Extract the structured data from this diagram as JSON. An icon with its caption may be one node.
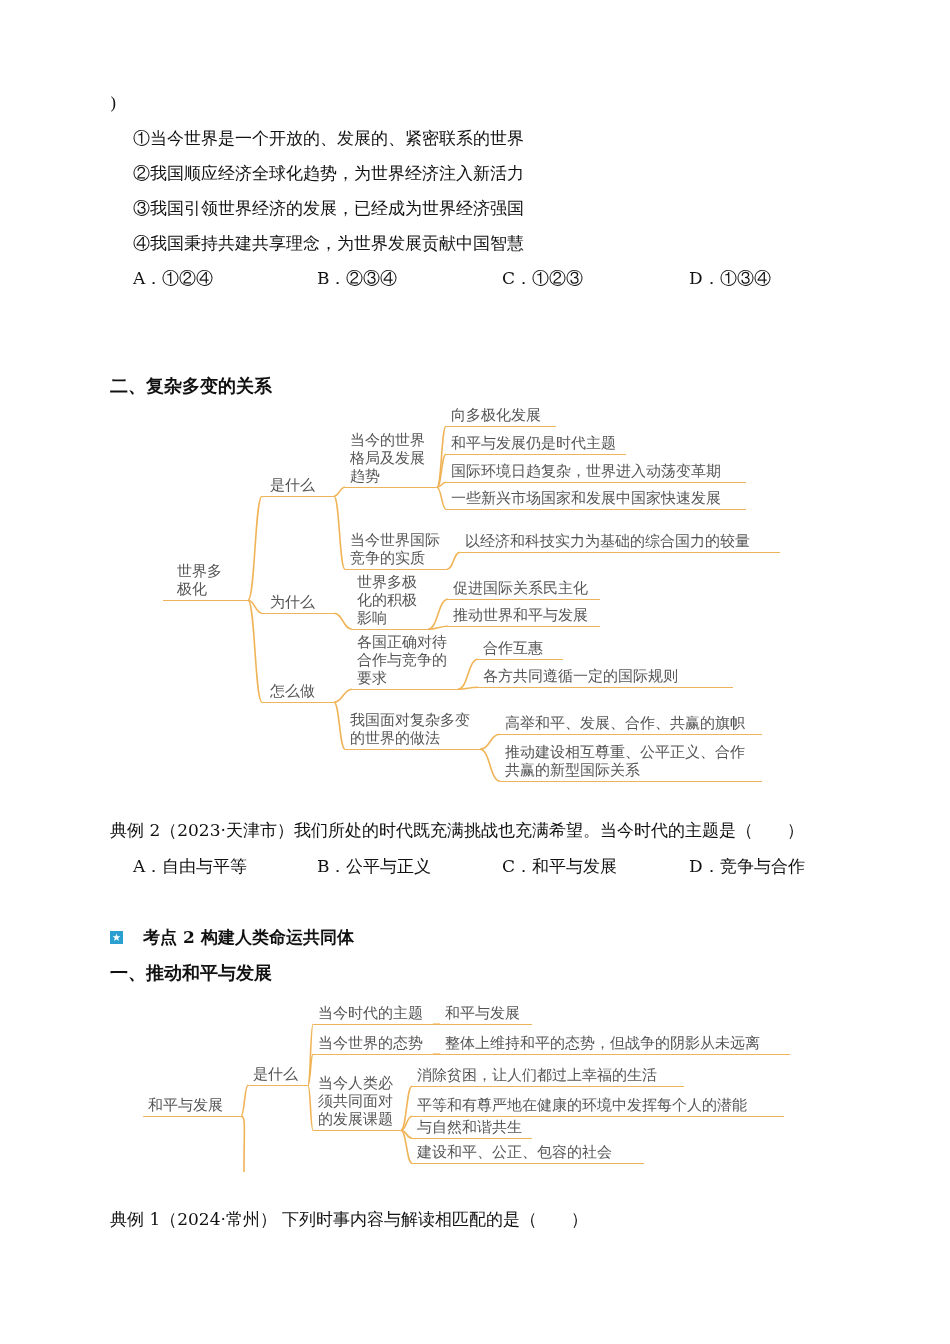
{
  "diagram": {
    "nodes": [
      {
        "text": [
          "世界多极化"
        ]
      },
      {
        "text": [
          "是什么"
        ]
      },
      {
        "text": [
          "当今的世界格局及发展趋势"
        ]
      },
      {
        "text": [
          "向多极化发展"
        ]
      },
      {
        "text": [
          "和平与发展仍是时代主题"
        ]
      },
      {
        "text": [
          "国际环境日趋复杂，世界进入动荡变革期"
        ]
      },
      {
        "text": [
          "一些新兴市场国家和发展中国家快速发展"
        ]
      },
      {
        "text": [
          "当今世界国际竞争的实质"
        ]
      },
      {
        "text": [
          "以经济和科技实力为基础的综合国力的较量"
        ]
      },
      {
        "text": [
          "为什么"
        ]
      },
      {
        "text": [
          "世界多极化的积极影响"
        ]
      },
      {
        "text": [
          "促进国际关系民主化"
        ]
      },
      {
        "text": [
          "推动世界和平与发展"
        ]
      },
      {
        "text": [
          "怎么做"
        ]
      },
      {
        "text": [
          "各国正确对待合作与竞争的要求"
        ]
      },
      {
        "text": [
          "合作互惠"
        ]
      },
      {
        "text": [
          "各方共同遵循一定的国际规则"
        ]
      },
      {
        "text": [
          "我国面对复杂多变的世界的做法"
        ]
      },
      {
        "text": [
          "高举和平、发展、合作、共赢的旗帜"
        ]
      },
      {
        "text": [
          "推动建设相互尊重、公平正义、合作共赢的新型国际关系"
        ]
      },
      {
        "text": [
          "和平与发展"
        ]
      },
      {
        "text": [
          "是什么"
        ]
      },
      {
        "text": [
          "当今时代的主题"
        ]
      },
      {
        "text": [
          "和平与发展"
        ]
      },
      {
        "text": [
          "当今世界的态势"
        ]
      },
      {
        "text": [
          "整体上维持和平的态势，但战争的阴影从未远离"
        ]
      },
      {
        "text": [
          "当今人类必须共同面对的发展课题"
        ]
      },
      {
        "text": [
          "消除贫困，让人们都过上幸福的生活"
        ]
      },
      {
        "text": [
          "平等和有尊严地在健康的环境中发挥每个人的潜能"
        ]
      },
      {
        "text": [
          "与自然和谐共生"
        ]
      },
      {
        "text": [
          "建设和平、公正、包容的社会"
        ]
      }
    ],
    "edges": [
      {
        "from": 0,
        "to": 1,
        "arrow": "none"
      },
      {
        "from": 1,
        "to": 2,
        "arrow": "none"
      },
      {
        "from": 2,
        "to": 3,
        "arrow": "none"
      },
      {
        "from": 2,
        "to": 4,
        "arrow": "none"
      },
      {
        "from": 2,
        "to": 5,
        "arrow": "none"
      },
      {
        "from": 2,
        "to": 6,
        "arrow": "none"
      },
      {
        "from": 1,
        "to": 7,
        "arrow": "none"
      },
      {
        "from": 7,
        "to": 8,
        "arrow": "none"
      },
      {
        "from": 0,
        "to": 9,
        "arrow": "none"
      },
      {
        "from": 9,
        "to": 10,
        "arrow": "none"
      },
      {
        "from": 10,
        "to": 11,
        "arrow": "none"
      },
      {
        "from": 10,
        "to": 12,
        "arrow": "none"
      },
      {
        "from": 0,
        "to": 13,
        "arrow": "none"
      },
      {
        "from": 13,
        "to": 14,
        "arrow": "none"
      },
      {
        "from": 14,
        "to": 15,
        "arrow": "none"
      },
      {
        "from": 14,
        "to": 16,
        "arrow": "none"
      },
      {
        "from": 13,
        "to": 17,
        "arrow": "none"
      },
      {
        "from": 17,
        "to": 18,
        "arrow": "none"
      },
      {
        "from": 17,
        "to": 19,
        "arrow": "none"
      },
      {
        "from": 20,
        "to": 21,
        "arrow": "none"
      },
      {
        "from": 21,
        "to": 22,
        "arrow": "none"
      },
      {
        "from": 22,
        "to": 23,
        "arrow": "none"
      },
      {
        "from": 21,
        "to": 24,
        "arrow": "none"
      },
      {
        "from": 24,
        "to": 25,
        "arrow": "none"
      },
      {
        "from": 21,
        "to": 26,
        "arrow": "none"
      },
      {
        "from": 26,
        "to": 27,
        "arrow": "none"
      },
      {
        "from": 26,
        "to": 28,
        "arrow": "none"
      },
      {
        "from": 26,
        "to": 29,
        "arrow": "none"
      },
      {
        "from": 26,
        "to": 30,
        "arrow": "none"
      },
      {
        "from": 20,
        "to": null,
        "arrow": "none"
      }
    ],
    "labels": [
      ")",
      "①当今世界是一个开放的、发展的、紧密联系的世界",
      "②我国顺应经济全球化趋势，为世界经济注入新活力",
      "③我国引领世界经济的发展，已经成为世界经济强国",
      "④我国秉持共建共享理念，为世界发展贡献中国智慧",
      "A．①②④",
      "B．②③④",
      "C．①②③",
      "D．①③④",
      "二、复杂多变的关系",
      "典例 2（2023·天津市）我们所处的时代既充满挑战也充满希望。当今时代的主题是（　　）",
      "A．自由与平等",
      "B．公平与正义",
      "C．和平与发展",
      "D．竞争与合作",
      "考点 2 构建人类命运共同体",
      "一、推动和平与发展",
      "典例 1（2024·常州） 下列时事内容与解读相匹配的是（　　）"
    ]
  }
}
